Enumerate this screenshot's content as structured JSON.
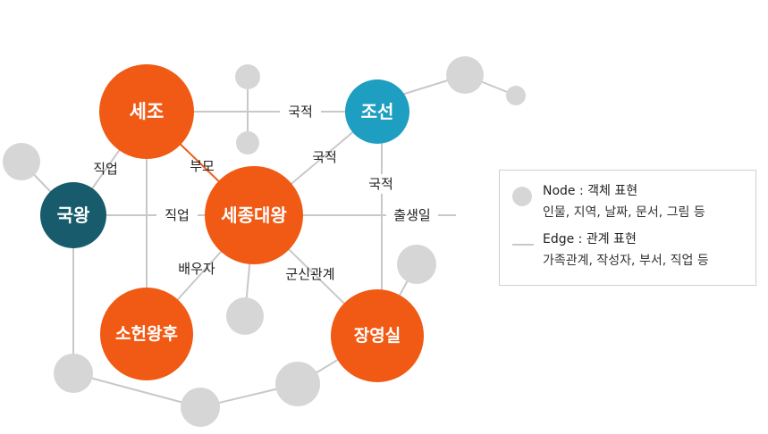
{
  "nodes": {
    "sejo": "세조",
    "joseon": "조선",
    "gukwang": "국왕",
    "sejong": "세종대왕",
    "soheon": "소헌왕후",
    "jangyeongsil": "장영실"
  },
  "edges": {
    "sejo_joseon": "국적",
    "sejo_sejong": "부모",
    "sejo_gukwang": "직업",
    "gukwang_sejong": "직업",
    "sejong_joseon": "국적",
    "sejong_birthday": "출생일",
    "sejong_soheon": "배우자",
    "sejong_jangyeongsil": "군신관계",
    "jangyeongsil_joseon": "국적"
  },
  "legend": {
    "node_title": "Node : 객체 표현",
    "node_desc": "인물, 지역, 날짜, 문서, 그림 등",
    "edge_title": "Edge : 관계 표현",
    "edge_desc": "가족관계, 작성자, 부서, 직업 등"
  },
  "colors": {
    "orange": "#f05a14",
    "teal": "#1e9ec0",
    "dark_teal": "#175b6c",
    "gray_node": "#d6d6d6",
    "edge": "#c8c8c8"
  }
}
